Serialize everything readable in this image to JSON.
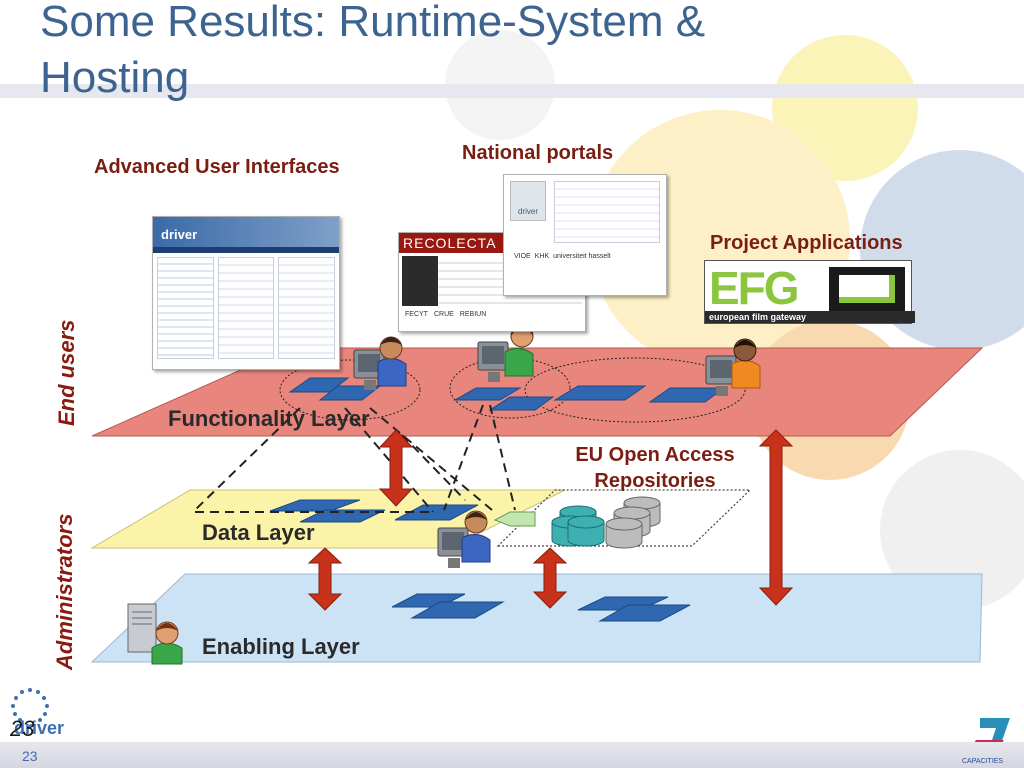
{
  "slide": {
    "title_line1": "Some Results: Runtime-System &",
    "title_line2": "Hosting",
    "page_number": "23",
    "page_number_small": "23"
  },
  "labels": {
    "advanced_ui": "Advanced User Interfaces",
    "national_portals": "National portals",
    "project_apps": "Project Applications",
    "eu_repos": "EU Open Access Repositories",
    "end_users": "End users",
    "administrators": "Administrators"
  },
  "layers": {
    "functionality": "Functionality Layer",
    "data": "Data Layer",
    "enabling": "Enabling Layer"
  },
  "screenshots": {
    "driver_brand": "driver",
    "recolecta_brand": "RECOLECTA",
    "recolecta_footer": [
      "FECYT",
      "CRUE",
      "REBIUN"
    ],
    "portal_brand": "driver",
    "portal_tags": [
      "VIOE",
      "KHK",
      "universiteit hasselt"
    ]
  },
  "efg": {
    "logo_text": "EFG",
    "subtitle": "european film gateway"
  },
  "branding": {
    "driver_logo": "driver",
    "fp7_label": "CAPACITIES"
  },
  "colors": {
    "title": "#3d6490",
    "label": "#7a1e12",
    "functionality_layer": "#e8867d",
    "data_layer": "#fbf4a8",
    "enabling_layer": "#cce3f6",
    "arrow": "#c8321a",
    "tile": "#2f68b0"
  }
}
